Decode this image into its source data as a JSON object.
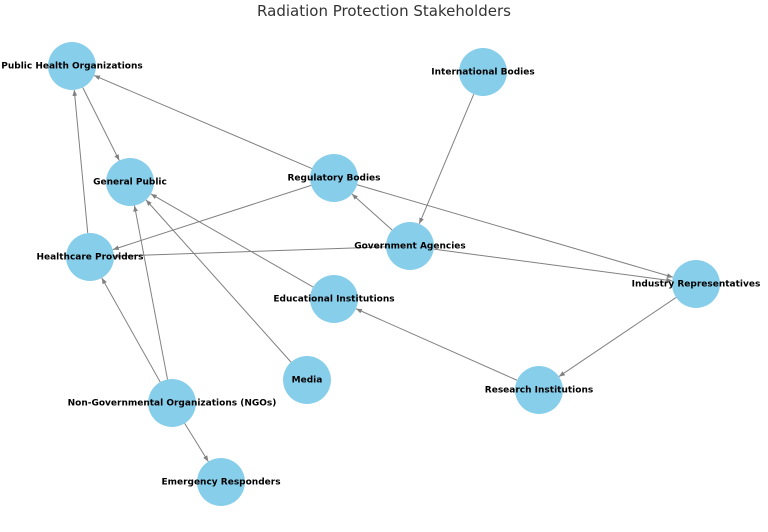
{
  "title": "Radiation Protection Stakeholders",
  "colors": {
    "node": "#87ceeb",
    "edge": "#808080"
  },
  "nodes": [
    {
      "id": "pho",
      "label": "Public Health Organizations"
    },
    {
      "id": "gp",
      "label": "General Public"
    },
    {
      "id": "ib",
      "label": "International Bodies"
    },
    {
      "id": "rb",
      "label": "Regulatory Bodies"
    },
    {
      "id": "hp",
      "label": "Healthcare Providers"
    },
    {
      "id": "ga",
      "label": "Government Agencies"
    },
    {
      "id": "ei",
      "label": "Educational Institutions"
    },
    {
      "id": "ir",
      "label": "Industry Representatives"
    },
    {
      "id": "media",
      "label": "Media"
    },
    {
      "id": "ngo",
      "label": "Non-Governmental Organizations (NGOs)"
    },
    {
      "id": "ri",
      "label": "Research Institutions"
    },
    {
      "id": "er",
      "label": "Emergency Responders"
    }
  ],
  "edges": [
    {
      "from": "pho",
      "to": "gp"
    },
    {
      "from": "rb",
      "to": "pho"
    },
    {
      "from": "rb",
      "to": "hp"
    },
    {
      "from": "rb",
      "to": "ir"
    },
    {
      "from": "ib",
      "to": "ga"
    },
    {
      "from": "ga",
      "to": "rb"
    },
    {
      "from": "ga",
      "to": "hp"
    },
    {
      "from": "ga",
      "to": "ir"
    },
    {
      "from": "hp",
      "to": "pho"
    },
    {
      "from": "ei",
      "to": "gp"
    },
    {
      "from": "media",
      "to": "gp"
    },
    {
      "from": "ngo",
      "to": "gp"
    },
    {
      "from": "ngo",
      "to": "hp"
    },
    {
      "from": "ngo",
      "to": "er"
    },
    {
      "from": "ir",
      "to": "ri"
    },
    {
      "from": "ri",
      "to": "ei"
    }
  ]
}
